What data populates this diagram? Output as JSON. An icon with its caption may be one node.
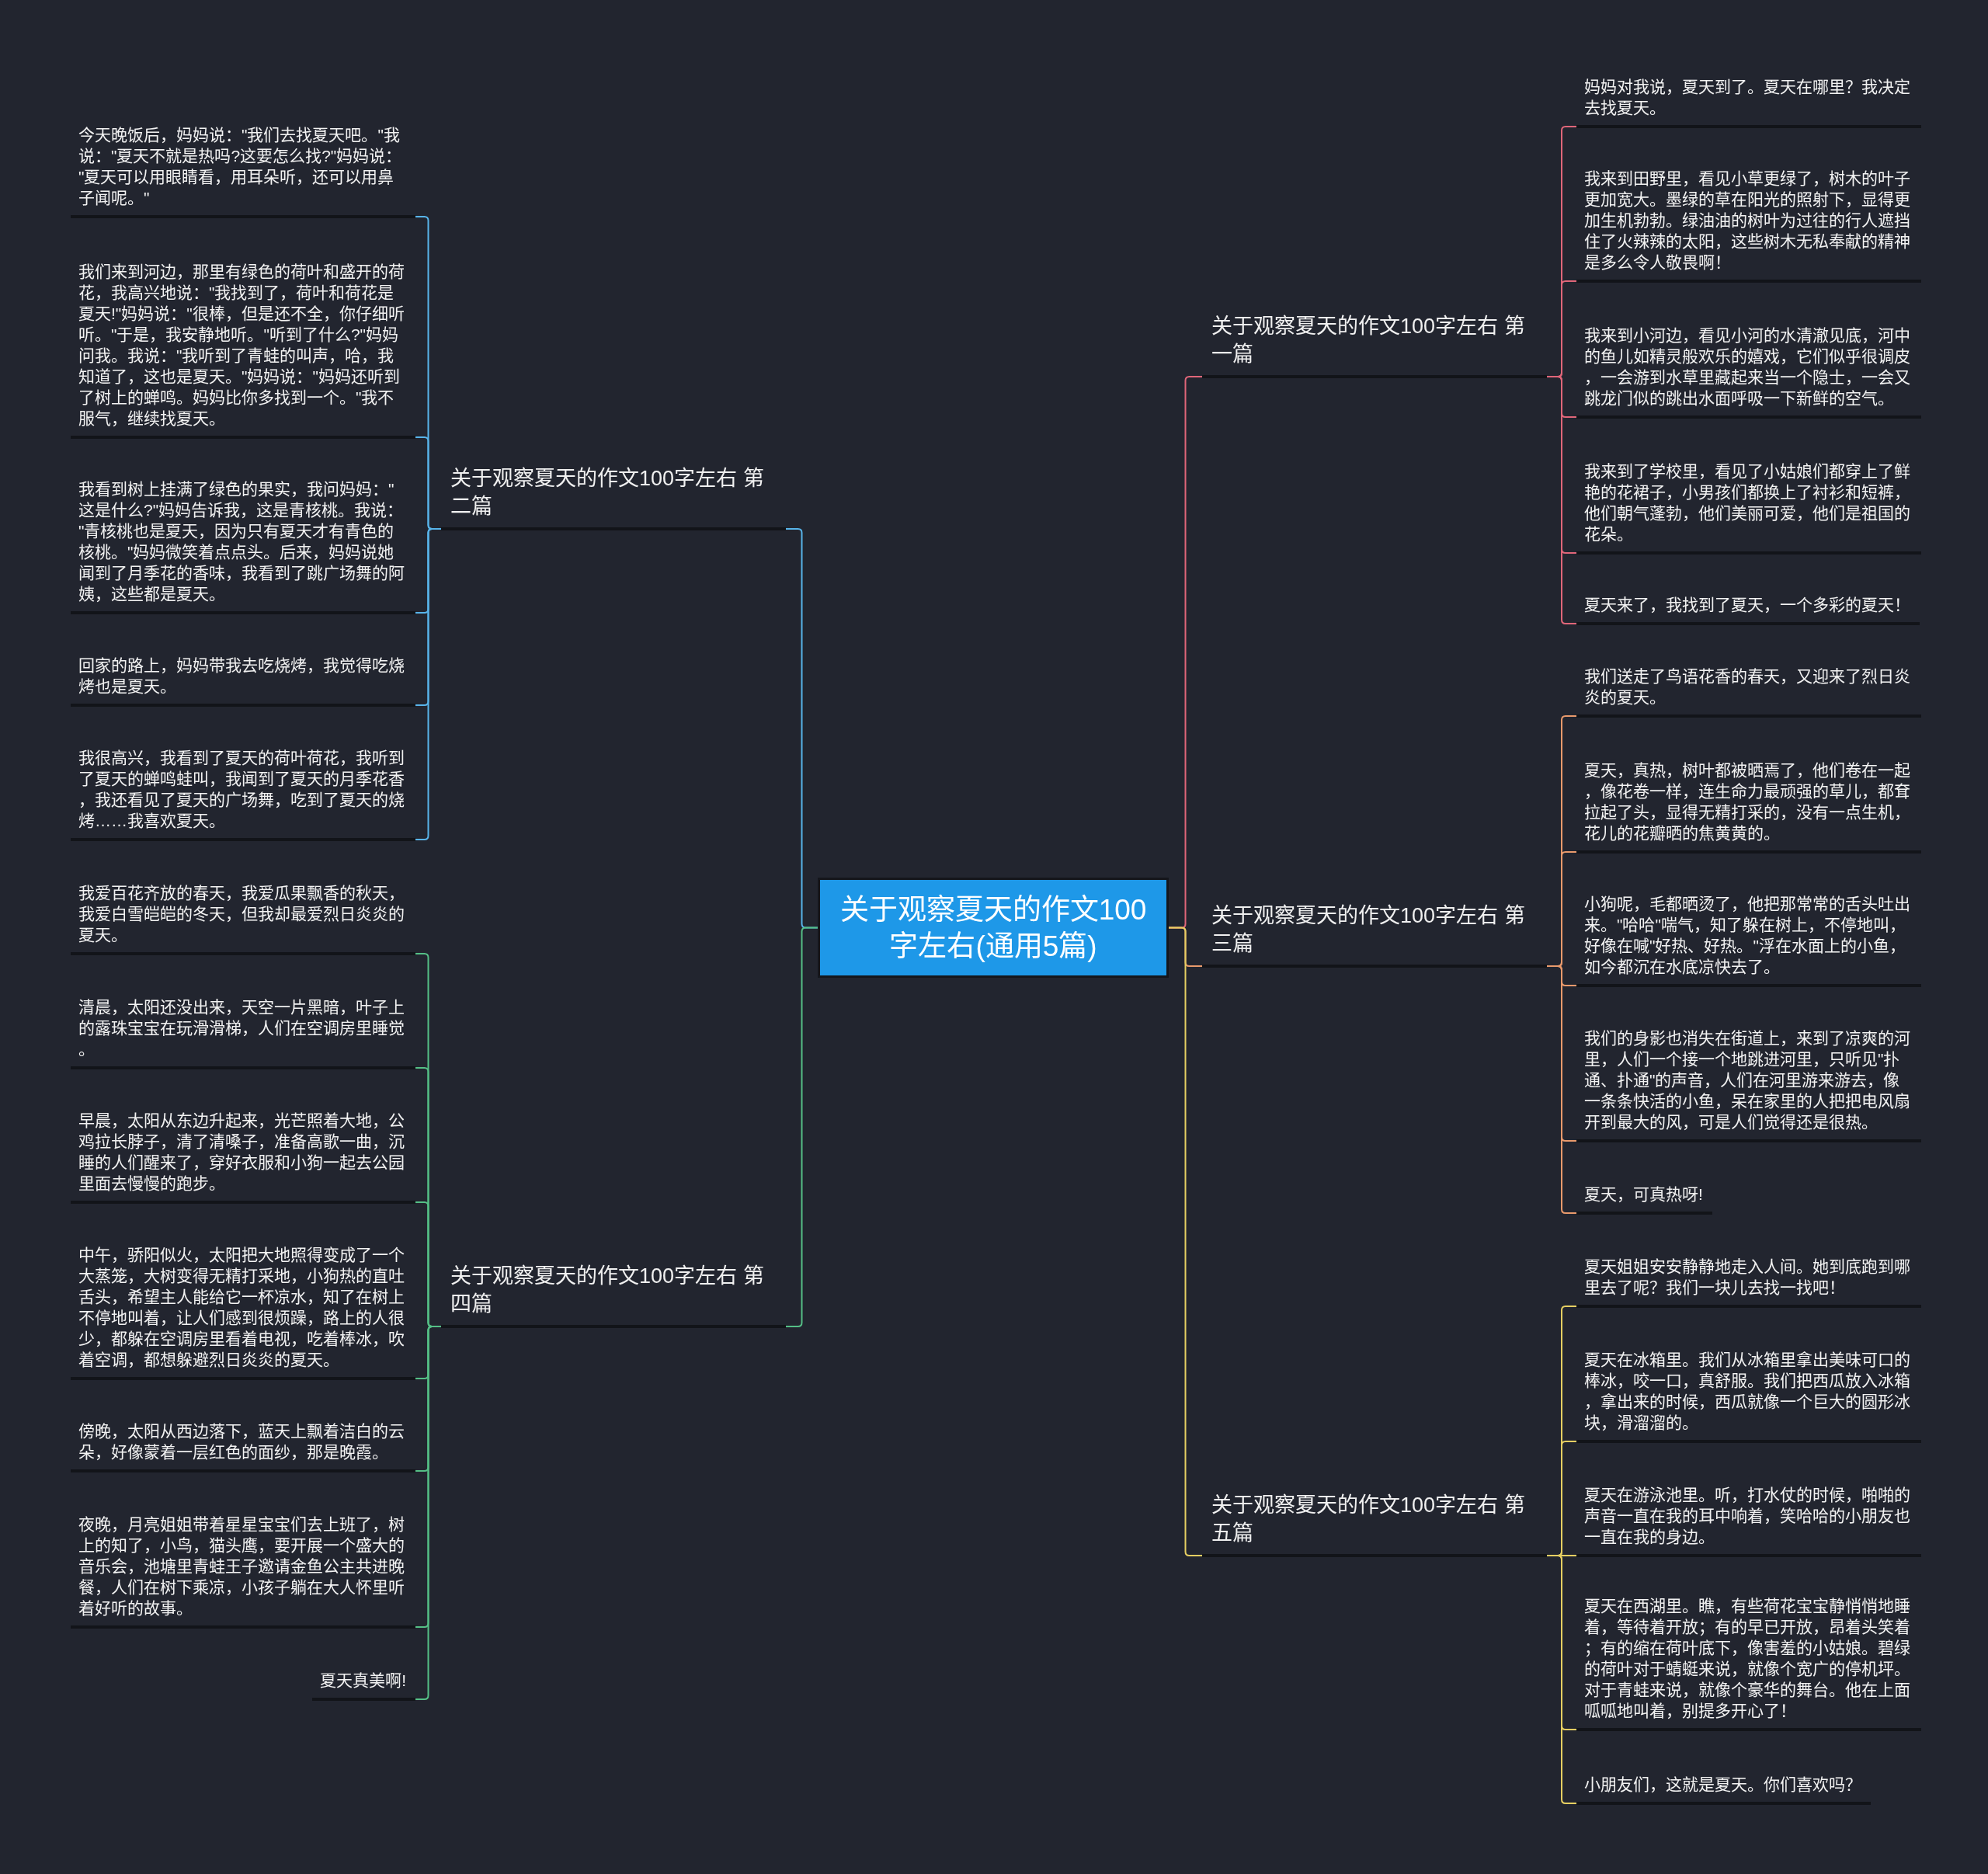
{
  "diagram": {
    "nodes": [
      {
        "text": [
          "关于观察夏天的作文100字左右(通用5篇)"
        ]
      },
      {
        "text": [
          "关于观察夏天的作文100字左右 第一篇"
        ]
      },
      {
        "text": [
          "妈妈对我说，夏天到了。夏天在哪里？我决定去找夏天。"
        ]
      },
      {
        "text": [
          "我来到田野里，看见小草更绿了，树木的叶子更加宽大。墨绿的草在阳光的照射下，显得更加生机勃勃。绿油油的树叶为过往的行人遮挡住了火辣辣的太阳，这些树木无私奉献的精神是多么令人敬畏啊！"
        ]
      },
      {
        "text": [
          "我来到小河边，看见小河的水清澈见底，河中的鱼儿如精灵般欢乐的嬉戏，它们似乎很调皮，一会游到水草里藏起来当一个隐士，一会又跳龙门似的跳出水面呼吸一下新鲜的空气。"
        ]
      },
      {
        "text": [
          "我来到了学校里，看见了小姑娘们都穿上了鲜艳的花裙子，小男孩们都换上了衬衫和短裤，他们朝气蓬勃，他们美丽可爱，他们是祖国的花朵。"
        ]
      },
      {
        "text": [
          "夏天来了，我找到了夏天，一个多彩的夏天！"
        ]
      },
      {
        "text": [
          "关于观察夏天的作文100字左右 第二篇"
        ]
      },
      {
        "text": [
          "今天晚饭后，妈妈说：\"我们去找夏天吧。\"我说：\"夏天不就是热吗?这要怎么找?\"妈妈说：\"夏天可以用眼睛看，用耳朵听，还可以用鼻子闻呢。\""
        ]
      },
      {
        "text": [
          "我们来到河边，那里有绿色的荷叶和盛开的荷花，我高兴地说：\"我找到了，荷叶和荷花是夏天!\"妈妈说：\"很棒，但是还不全，你仔细听听。\"于是，我安静地听。\"听到了什么?\"妈妈问我。我说：\"我听到了青蛙的叫声，哈，我知道了，这也是夏天。\"妈妈说：\"妈妈还听到了树上的蝉鸣。妈妈比你多找到一个。\"我不服气，继续找夏天。"
        ]
      },
      {
        "text": [
          "我看到树上挂满了绿色的果实，我问妈妈：\"这是什么?\"妈妈告诉我，这是青核桃。我说：\"青核桃也是夏天，因为只有夏天才有青色的核桃。\"妈妈微笑着点点头。后来，妈妈说她闻到了月季花的香味，我看到了跳广场舞的阿姨，这些都是夏天。"
        ]
      },
      {
        "text": [
          "回家的路上，妈妈带我去吃烧烤，我觉得吃烧烤也是夏天。"
        ]
      },
      {
        "text": [
          "我很高兴，我看到了夏天的荷叶荷花，我听到了夏天的蝉鸣蛙叫，我闻到了夏天的月季花香，我还看见了夏天的广场舞，吃到了夏天的烧烤……我喜欢夏天。"
        ]
      },
      {
        "text": [
          "关于观察夏天的作文100字左右 第三篇"
        ]
      },
      {
        "text": [
          "我们送走了鸟语花香的春天，又迎来了烈日炎炎的夏天。"
        ]
      },
      {
        "text": [
          "夏天，真热，树叶都被晒焉了，他们卷在一起，像花卷一样，连生命力最顽强的草儿，都耷拉起了头，显得无精打采的，没有一点生机，花儿的花瓣晒的焦黄黄的。"
        ]
      },
      {
        "text": [
          "小狗呢，毛都晒烫了，他把那常常的舌头吐出来。\"哈哈\"喘气，知了躲在树上，不停地叫，好像在喊\"好热、好热。\"浮在水面上的小鱼，如今都沉在水底凉快去了。"
        ]
      },
      {
        "text": [
          "我们的身影也消失在街道上，来到了凉爽的河里，人们一个接一个地跳进河里，只听见\"扑通、扑通\"的声音，人们在河里游来游去，像一条条快活的小鱼，呆在家里的人把把电风扇开到最大的风，可是人们觉得还是很热。"
        ]
      },
      {
        "text": [
          "夏天，可真热呀!"
        ]
      },
      {
        "text": [
          "关于观察夏天的作文100字左右 第四篇"
        ]
      },
      {
        "text": [
          "我爱百花齐放的春天，我爱瓜果飘香的秋天，我爱白雪皑皑的冬天，但我却最爱烈日炎炎的夏天。"
        ]
      },
      {
        "text": [
          "清晨，太阳还没出来，天空一片黑暗，叶子上的露珠宝宝在玩滑滑梯，人们在空调房里睡觉。"
        ]
      },
      {
        "text": [
          "早晨，太阳从东边升起来，光芒照着大地，公鸡拉长脖子，清了清嗓子，准备高歌一曲，沉睡的人们醒来了，穿好衣服和小狗一起去公园里面去慢慢的跑步。"
        ]
      },
      {
        "text": [
          "中午，骄阳似火，太阳把大地照得变成了一个大蒸笼，大树变得无精打采地，小狗热的直吐舌头，希望主人能给它一杯凉水，知了在树上不停地叫着，让人们感到很烦躁，路上的人很少，都躲在空调房里看着电视，吃着棒冰，吹着空调，都想躲避烈日炎炎的夏天。"
        ]
      },
      {
        "text": [
          "傍晚，太阳从西边落下，蓝天上飘着洁白的云朵，好像蒙着一层红色的面纱，那是晚霞。"
        ]
      },
      {
        "text": [
          "夜晚，月亮姐姐带着星星宝宝们去上班了，树上的知了，小鸟，猫头鹰，要开展一个盛大的音乐会，池塘里青蛙王子邀请金鱼公主共进晚餐，人们在树下乘凉，小孩子躺在大人怀里听着好听的故事。"
        ]
      },
      {
        "text": [
          "夏天真美啊!"
        ]
      },
      {
        "text": [
          "关于观察夏天的作文100字左右 第五篇"
        ]
      },
      {
        "text": [
          "夏天姐姐安安静静地走入人间。她到底跑到哪里去了呢？我们一块儿去找一找吧！"
        ]
      },
      {
        "text": [
          "夏天在冰箱里。我们从冰箱里拿出美味可口的棒冰，咬一口，真舒服。我们把西瓜放入冰箱，拿出来的时候，西瓜就像一个巨大的圆形冰块，滑溜溜的。"
        ]
      },
      {
        "text": [
          "夏天在游泳池里。听，打水仗的时候，啪啪的声音一直在我的耳中响着，笑哈哈的小朋友也一直在我的身边。"
        ]
      },
      {
        "text": [
          "夏天在西湖里。瞧，有些荷花宝宝静悄悄地睡着，等待着开放；有的早已开放，昂着头笑着；有的缩在荷叶底下，像害羞的小姑娘。碧绿的荷叶对于蜻蜓来说，就像个宽广的停机坪。对于青蛙来说，就像个豪华的舞台。他在上面呱呱地叫着，别提多开心了！"
        ]
      },
      {
        "text": [
          "小朋友们，这就是夏天。你们喜欢吗？"
        ]
      }
    ],
    "edges": [
      {
        "from": 0,
        "to": 1,
        "arrow": "none",
        "color": "#e06679"
      },
      {
        "from": 1,
        "to": 2,
        "arrow": "none",
        "color": "#e06679"
      },
      {
        "from": 1,
        "to": 3,
        "arrow": "none",
        "color": "#e06679"
      },
      {
        "from": 1,
        "to": 4,
        "arrow": "none",
        "color": "#e06679"
      },
      {
        "from": 1,
        "to": 5,
        "arrow": "none",
        "color": "#e06679"
      },
      {
        "from": 1,
        "to": 6,
        "arrow": "none",
        "color": "#e06679"
      },
      {
        "from": 0,
        "to": 7,
        "arrow": "none",
        "color": "#58b4ea"
      },
      {
        "from": 7,
        "to": 8,
        "arrow": "none",
        "color": "#58b4ea"
      },
      {
        "from": 7,
        "to": 9,
        "arrow": "none",
        "color": "#58b4ea"
      },
      {
        "from": 7,
        "to": 10,
        "arrow": "none",
        "color": "#58b4ea"
      },
      {
        "from": 7,
        "to": 11,
        "arrow": "none",
        "color": "#58b4ea"
      },
      {
        "from": 7,
        "to": 12,
        "arrow": "none",
        "color": "#58b4ea"
      },
      {
        "from": 0,
        "to": 13,
        "arrow": "none",
        "color": "#e99a6c"
      },
      {
        "from": 13,
        "to": 14,
        "arrow": "none",
        "color": "#e99a6c"
      },
      {
        "from": 13,
        "to": 15,
        "arrow": "none",
        "color": "#e99a6c"
      },
      {
        "from": 13,
        "to": 16,
        "arrow": "none",
        "color": "#e99a6c"
      },
      {
        "from": 13,
        "to": 17,
        "arrow": "none",
        "color": "#e99a6c"
      },
      {
        "from": 13,
        "to": 18,
        "arrow": "none",
        "color": "#e99a6c"
      },
      {
        "from": 0,
        "to": 19,
        "arrow": "none",
        "color": "#55bf86"
      },
      {
        "from": 19,
        "to": 20,
        "arrow": "none",
        "color": "#55bf86"
      },
      {
        "from": 19,
        "to": 21,
        "arrow": "none",
        "color": "#55bf86"
      },
      {
        "from": 19,
        "to": 22,
        "arrow": "none",
        "color": "#55bf86"
      },
      {
        "from": 19,
        "to": 23,
        "arrow": "none",
        "color": "#55bf86"
      },
      {
        "from": 19,
        "to": 24,
        "arrow": "none",
        "color": "#55bf86"
      },
      {
        "from": 19,
        "to": 25,
        "arrow": "none",
        "color": "#55bf86"
      },
      {
        "from": 19,
        "to": 26,
        "arrow": "none",
        "color": "#55bf86"
      },
      {
        "from": 0,
        "to": 27,
        "arrow": "none",
        "color": "#e6cf62"
      },
      {
        "from": 27,
        "to": 28,
        "arrow": "none",
        "color": "#e6cf62"
      },
      {
        "from": 27,
        "to": 29,
        "arrow": "none",
        "color": "#e6cf62"
      },
      {
        "from": 27,
        "to": 30,
        "arrow": "none",
        "color": "#e6cf62"
      },
      {
        "from": 27,
        "to": 31,
        "arrow": "none",
        "color": "#e6cf62"
      },
      {
        "from": 27,
        "to": 32,
        "arrow": "none",
        "color": "#e6cf62"
      }
    ]
  }
}
